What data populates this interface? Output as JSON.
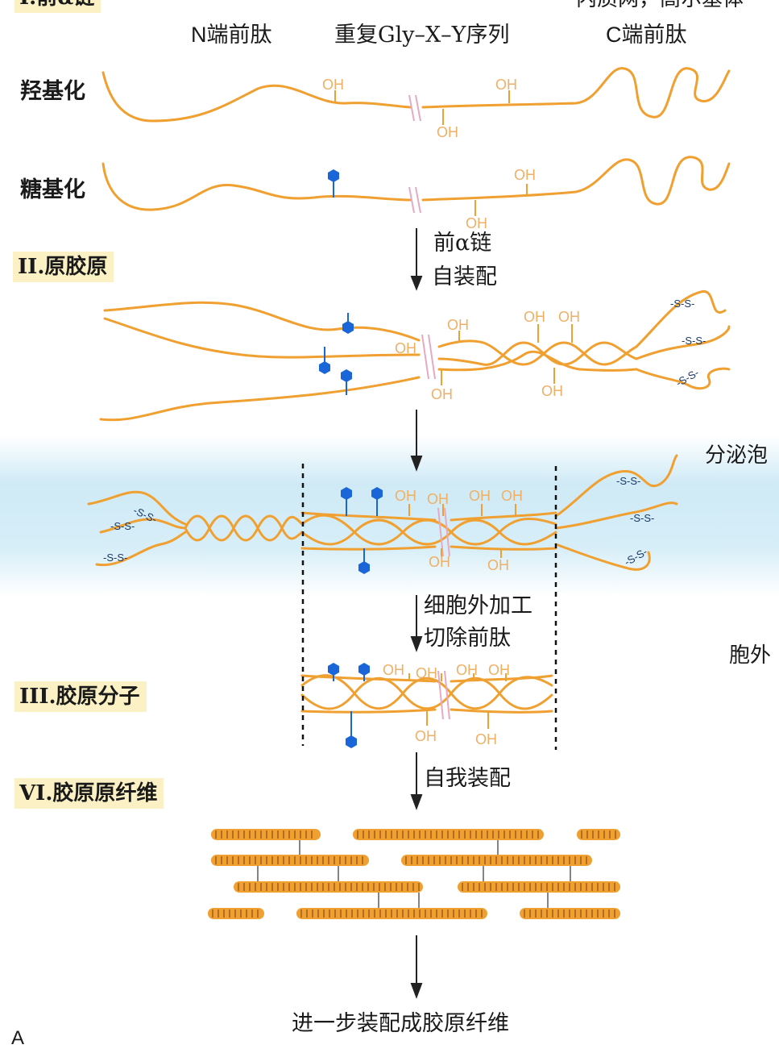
{
  "header": {
    "section_1_partial": "I.前α链",
    "top_right_partial": "内质网，高尔基体",
    "col_n": "N端前肽",
    "col_repeat": "重复Gly–X–Y序列",
    "col_c": "C端前肽"
  },
  "rows": {
    "hydroxylation": "羟基化",
    "glycosylation": "糖基化"
  },
  "sections": {
    "procollagen": "II.原胶原",
    "collagen_molecule": "III.胶原分子",
    "fibril": "VI.胶原原纤维"
  },
  "steps": {
    "pro_alpha_1": "前α链",
    "pro_alpha_2": "自装配",
    "extracellular_1": "细胞外加工",
    "extracellular_2": "切除前肽",
    "self_assembly": "自我装配",
    "final": "进一步装配成胶原纤维"
  },
  "compartments": {
    "vesicle": "分泌泡",
    "outside": "胞外"
  },
  "chem": {
    "oh": "OH",
    "disulfide": "-S-S-"
  },
  "panel_letter": "A",
  "colors": {
    "chain": "#f0a030",
    "sugar": "#1a66d9",
    "highlight": "#fbf1c4",
    "vesicle": "#cfeaf6"
  }
}
